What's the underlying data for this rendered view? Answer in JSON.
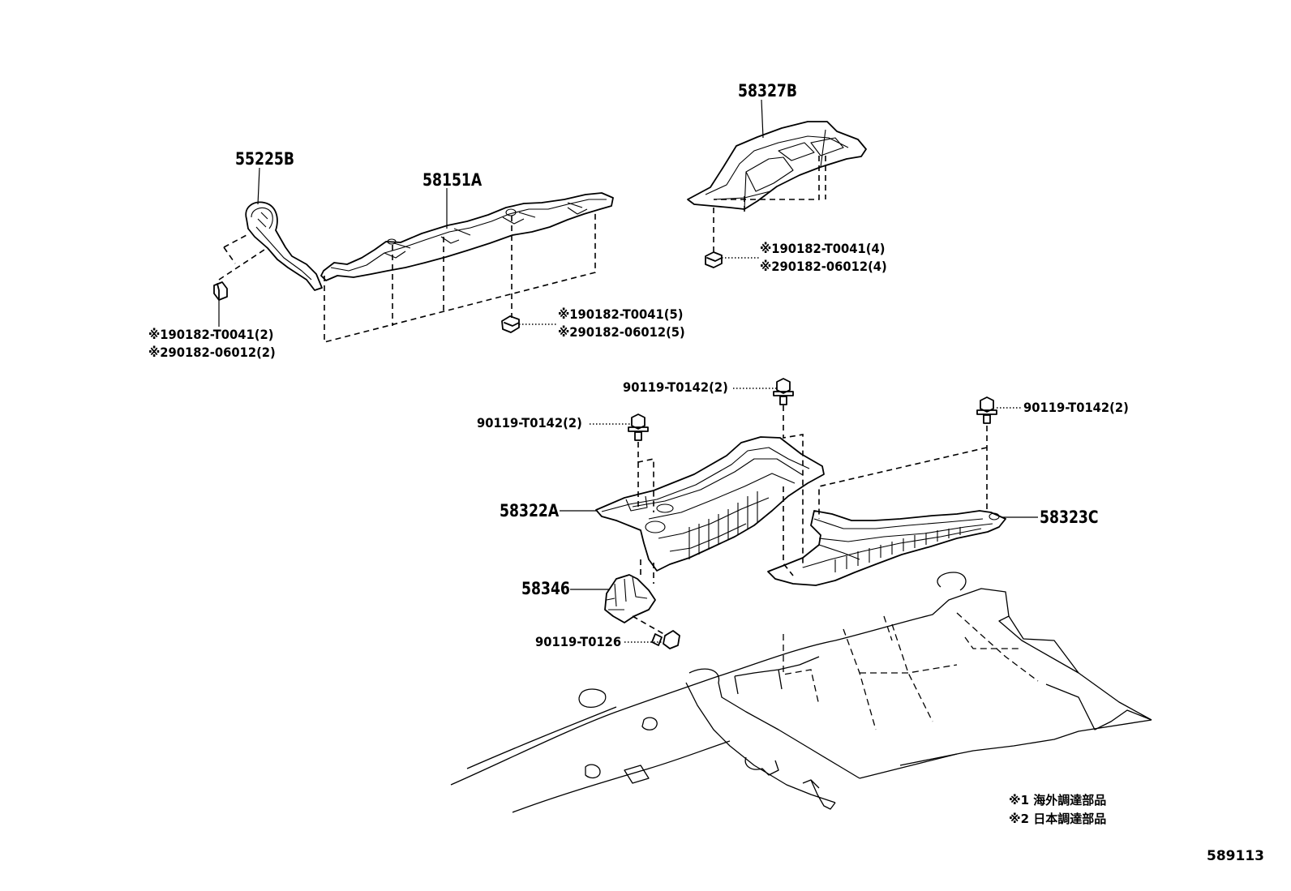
{
  "parts": {
    "p55225B": "55225B",
    "p58151A": "58151A",
    "p58327B": "58327B",
    "p58322A": "58322A",
    "p58323C": "58323C",
    "p58346": "58346"
  },
  "fasteners": {
    "nut_left_1": "※190182-T0041(2)",
    "nut_left_2": "※290182-06012(2)",
    "nut_mid_1": "※190182-T0041(5)",
    "nut_mid_2": "※290182-06012(5)",
    "nut_right_1": "※190182-T0041(4)",
    "nut_right_2": "※290182-06012(4)",
    "bolt_top": "90119-T0142(2)",
    "bolt_left": "90119-T0142(2)",
    "bolt_right": "90119-T0142(2)",
    "bolt_bottom": "90119-T0126"
  },
  "legend": {
    "note1": "※1 海外調達部品",
    "note2": "※2 日本調達部品"
  },
  "diagram_ref": "589113",
  "icons": {
    "nut": "flange-nut-icon",
    "bolt": "flange-bolt-icon"
  }
}
